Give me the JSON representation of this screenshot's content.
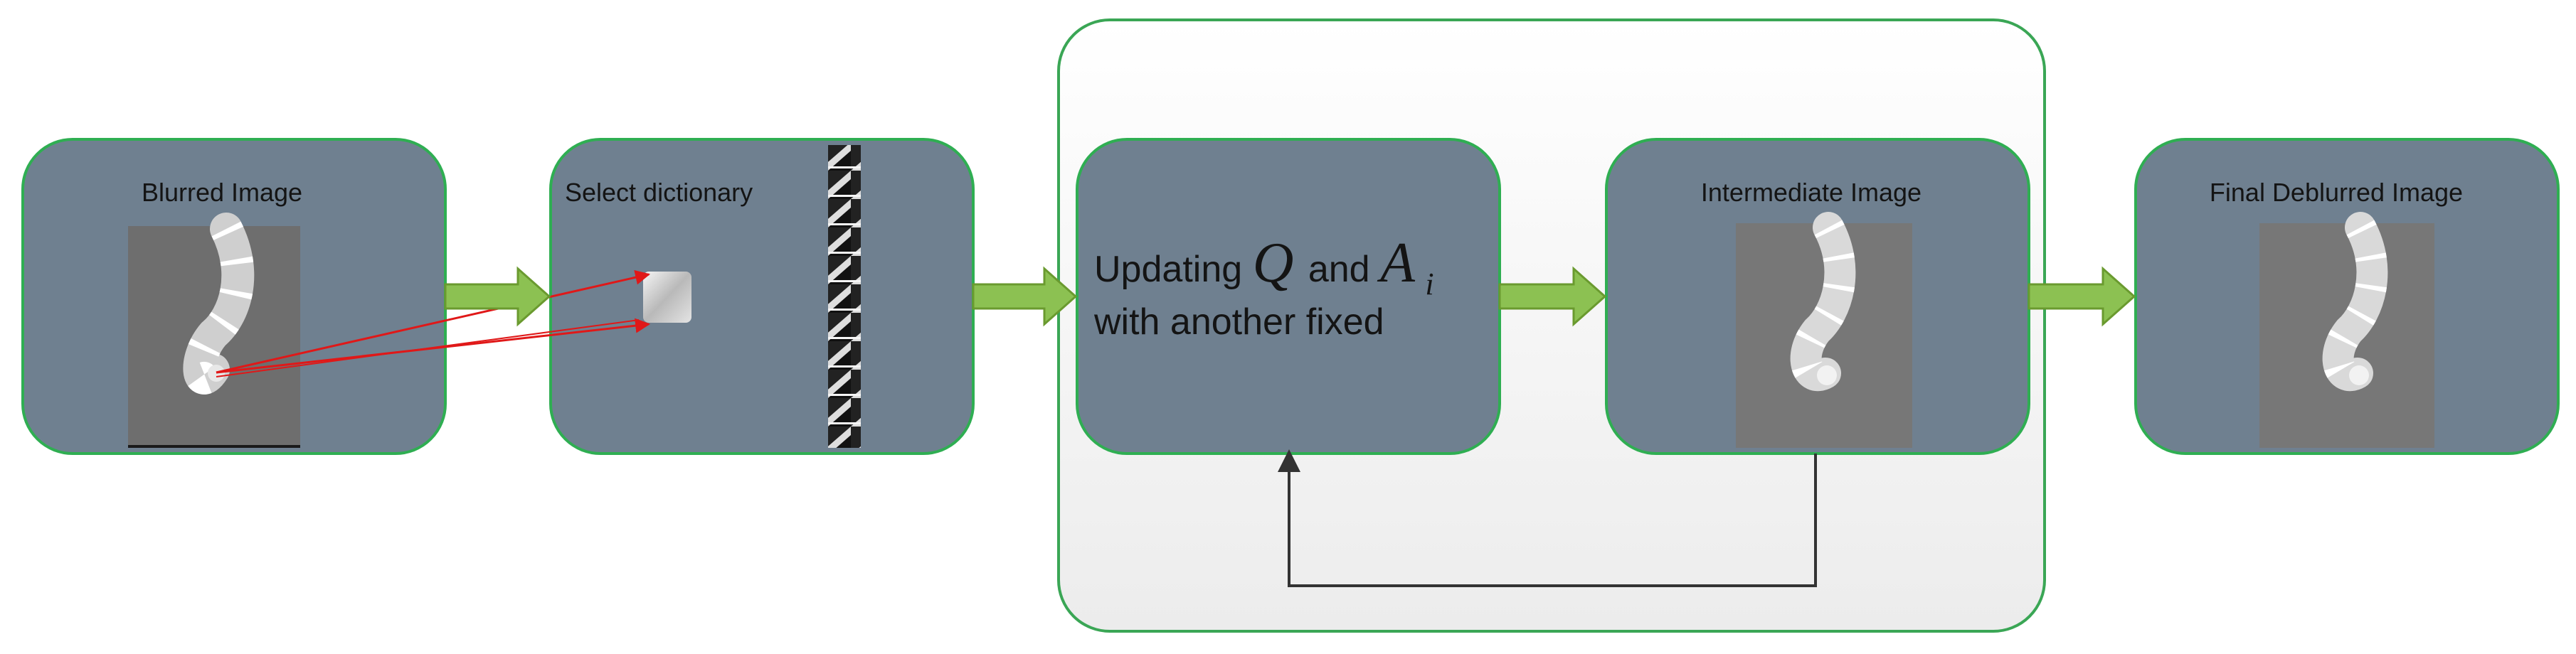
{
  "nodes": {
    "blurred": {
      "label": "Blurred Image"
    },
    "select": {
      "label": "Select dictionary"
    },
    "update": {
      "prefix": "Updating",
      "sym_q": "Q",
      "conj": "and",
      "sym_a": "A",
      "sub_i": "i",
      "line2": "with another fixed"
    },
    "intermediate": {
      "label": "Intermediate Image"
    },
    "final": {
      "label": "Final Deblurred Image"
    }
  },
  "colors": {
    "box_fill": "#6f8090",
    "box_border": "#2fae52",
    "group_border": "#3aa655",
    "arrow_fill": "#8cc152",
    "arrow_stroke": "#6a9a2f",
    "highlight_arrow": "#e01818",
    "feedback_line": "#333333"
  }
}
